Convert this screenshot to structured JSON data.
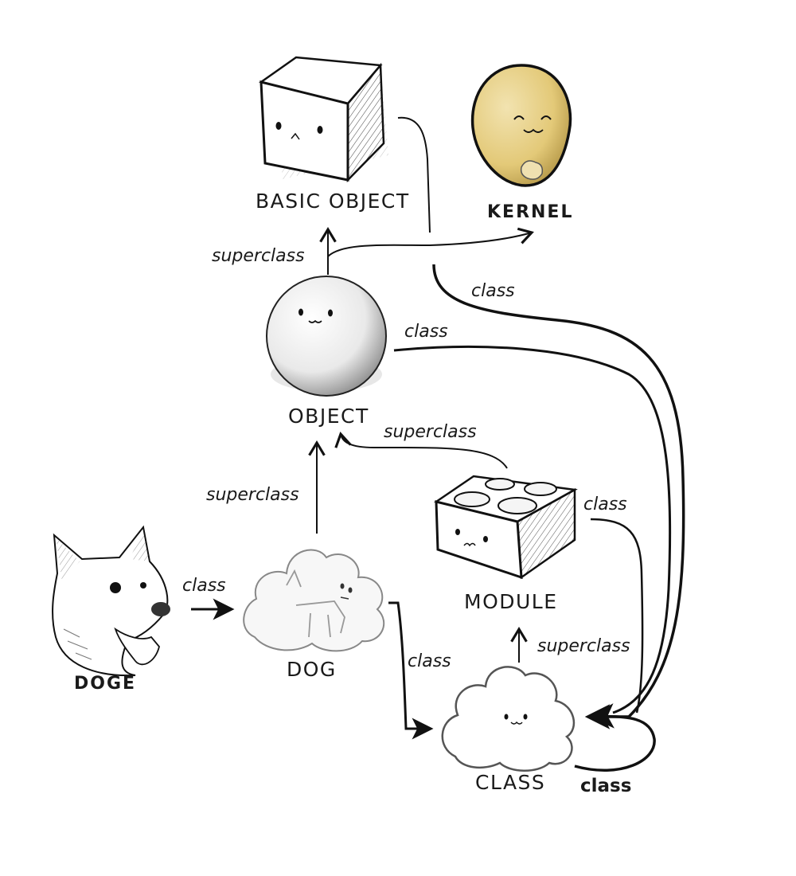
{
  "nodes": {
    "basic_object": "BASIC OBJECT",
    "kernel": "KERNEL",
    "object": "OBJECT",
    "module": "MODULE",
    "doge": "DOGE",
    "dog": "DOG",
    "class": "CLASS"
  },
  "edges": {
    "object_superclass": "superclass",
    "kernel_class": "class",
    "object_class": "class",
    "module_superclass": "superclass",
    "dog_superclass": "superclass",
    "module_class": "class",
    "doge_class": "class",
    "dog_class": "class",
    "class_superclass": "superclass",
    "class_class": "class"
  },
  "colors": {
    "ink": "#111111",
    "kernel_fill": "#e6cf86",
    "paper": "#ffffff"
  },
  "icons": {
    "basic_object": "cube-face-icon",
    "kernel": "egg-face-icon",
    "object": "sphere-face-icon",
    "module": "brick-face-icon",
    "doge": "dog-head-icon",
    "dog": "cloud-with-dog-icon",
    "class": "cloud-face-icon"
  }
}
